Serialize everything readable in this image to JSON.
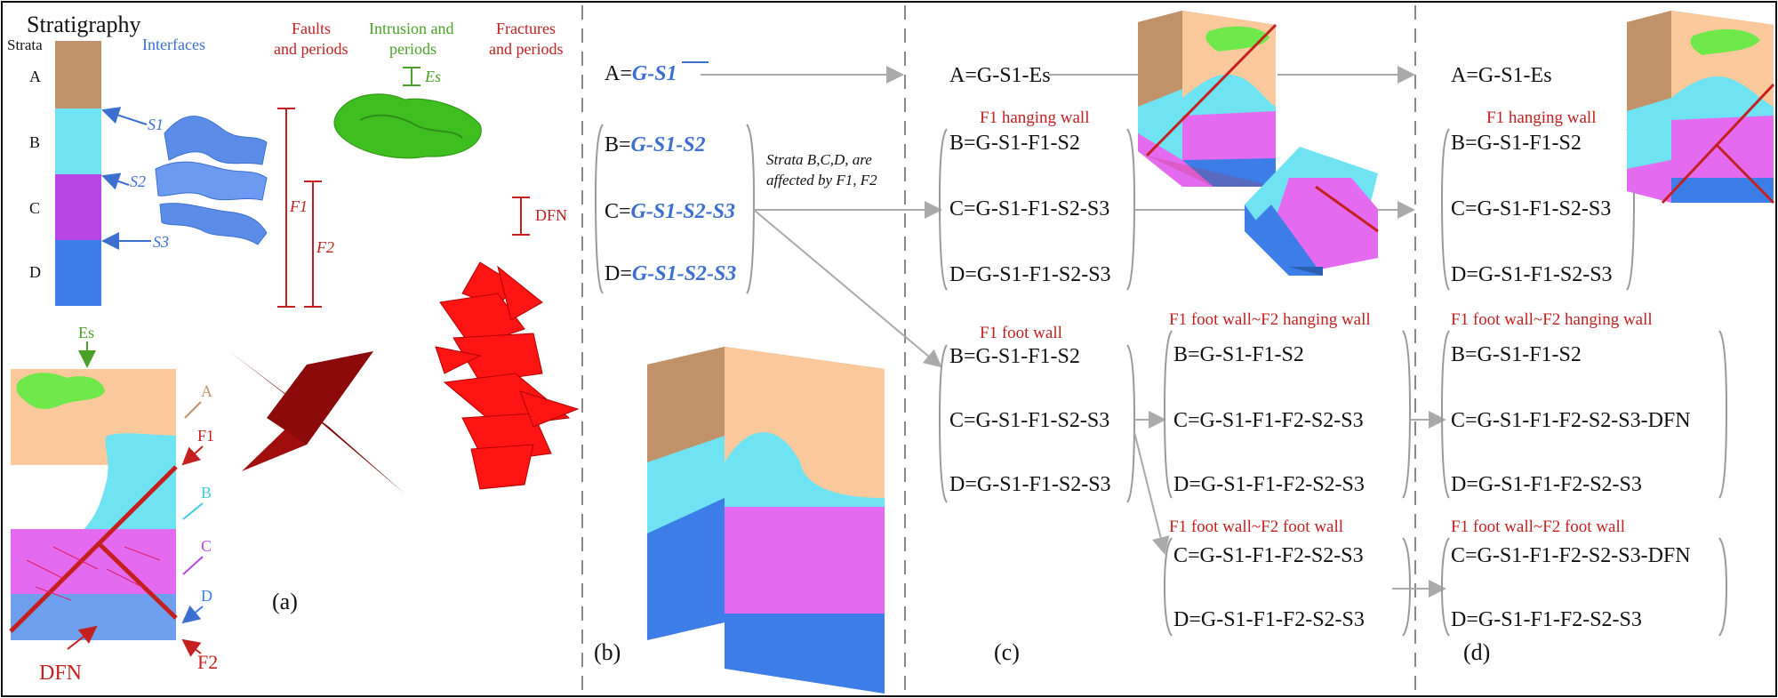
{
  "panel_a": {
    "title": "Stratigraphy",
    "strata_label": "Strata",
    "interfaces_label": "Interfaces",
    "faults_label": [
      "Faults",
      "and periods"
    ],
    "intrusion_label": [
      "Intrusion and",
      "periods"
    ],
    "fractures_label": [
      "Fractures",
      "and periods"
    ],
    "strata": [
      "A",
      "B",
      "C",
      "D"
    ],
    "interfaces": [
      "S1",
      "S2",
      "S3"
    ],
    "es": "Es",
    "f1": "F1",
    "f2": "F2",
    "dfn": "DFN",
    "label": "(a)",
    "colors": {
      "A": "#c1916a",
      "B": "#6fe3f2",
      "C": "#b846e4",
      "D": "#3d7de8",
      "faults": "#c42020",
      "intrusion": "#4aa028",
      "interfaces": "#3c6fd0"
    }
  },
  "panel_b": {
    "label": "(b)",
    "eq_A": [
      "A=",
      "G",
      "-",
      "S1"
    ],
    "eq_B": [
      "B=",
      "G",
      "-",
      "S1",
      "-",
      "S2"
    ],
    "eq_C": [
      "C=",
      "G",
      "-",
      "S1",
      "-",
      "S2",
      "-",
      "S3"
    ],
    "eq_D": [
      "D=",
      "G",
      "-",
      "S1",
      "-",
      "S2",
      "-",
      "S3"
    ],
    "note": [
      "Strata B,C,D, are",
      "affected by F1, F2"
    ]
  },
  "panel_c": {
    "label": "(c)",
    "eq_A": "A=G-S1-Es",
    "hanging_header": "F1 hanging wall",
    "foot_header": "F1 foot wall",
    "foot_hanging_header": "F1 foot wall~F2 hanging wall",
    "foot_foot_header": "F1 foot wall~F2 foot wall",
    "hanging": [
      "B=G-S1-F1-S2",
      "C=G-S1-F1-S2-S3",
      "D=G-S1-F1-S2-S3"
    ],
    "foot": [
      "B=G-S1-F1-S2",
      "C=G-S1-F1-S2-S3",
      "D=G-S1-F1-S2-S3"
    ],
    "foot_hanging": [
      "B=G-S1-F1-S2",
      "C=G-S1-F1-F2-S2-S3",
      "D=G-S1-F1-F2-S2-S3"
    ],
    "foot_foot": [
      "C=G-S1-F1-F2-S2-S3",
      "D=G-S1-F1-F2-S2-S3"
    ]
  },
  "panel_d": {
    "label": "(d)",
    "eq_A": "A=G-S1-Es",
    "hanging_header": "F1 hanging wall",
    "foot_hanging_header": "F1 foot wall~F2 hanging wall",
    "foot_foot_header": "F1 foot wall~F2 foot wall",
    "hanging": [
      "B=G-S1-F1-S2",
      "C=G-S1-F1-S2-S3",
      "D=G-S1-F1-S2-S3"
    ],
    "foot_hanging": [
      "B=G-S1-F1-S2",
      "C=G-S1-F1-F2-S2-S3-DFN",
      "D=G-S1-F1-F2-S2-S3"
    ],
    "foot_foot": [
      "C=G-S1-F1-F2-S2-S3-DFN",
      "D=G-S1-F1-F2-S2-S3"
    ]
  }
}
